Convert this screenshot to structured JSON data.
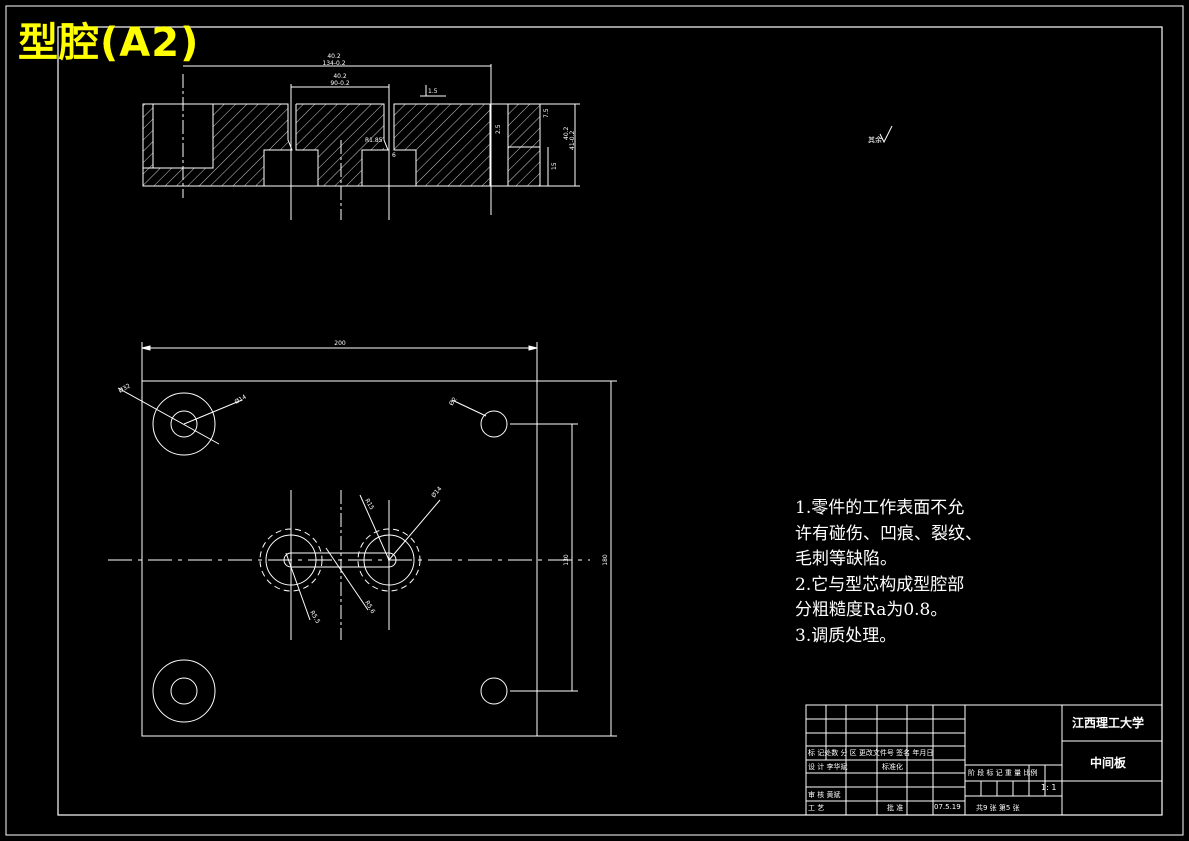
{
  "drawing": {
    "title": "型腔(A2)",
    "surface_mark": "其余"
  },
  "section_view": {
    "dims": {
      "top_outer": "40.2",
      "top_outer_tol": "134-0.2",
      "top_inner": "40.2",
      "top_inner_tol": "90-0.2",
      "chamfer": "1.5",
      "right_a": "7.5",
      "right_b": "40.2",
      "right_c": "41-0.2",
      "right_h": "15",
      "slot_r": "R1.85",
      "slot_w": "6",
      "small_v": "2.5"
    }
  },
  "plan_view": {
    "dims": {
      "width": "200",
      "height": "180",
      "hole_spacing": "130",
      "counterbore": "Ø32",
      "hole_dia": "Ø14",
      "pin_dia": "Ø2",
      "cav_a": "R15",
      "cav_b": "Ø14",
      "cav_c": "R5.5",
      "cav_d": "R5.6"
    }
  },
  "notes": [
    "1.零件的工作表面不允",
    "许有碰伤、凹痕、裂纹、",
    "毛刺等缺陷。",
    "2.它与型芯构成型腔部",
    "分粗糙度Ra为0.8。",
    "3.调质处理。"
  ],
  "title_block": {
    "school": "江西理工大学",
    "part_name": "中间板",
    "header_row": "标 记处数  分 区 更改文件号  签名  年月日",
    "design_row": "设 计 李华斌",
    "std_row": "标准化",
    "stage_row": "阶 段 标 记  重 量  比例",
    "scale": "1: 1",
    "craft_row": "审 核  黄斌",
    "process_row": "工 艺",
    "approve_row": "批 准",
    "date": "07.5.19",
    "sheets": "共9 张   第5 张"
  }
}
